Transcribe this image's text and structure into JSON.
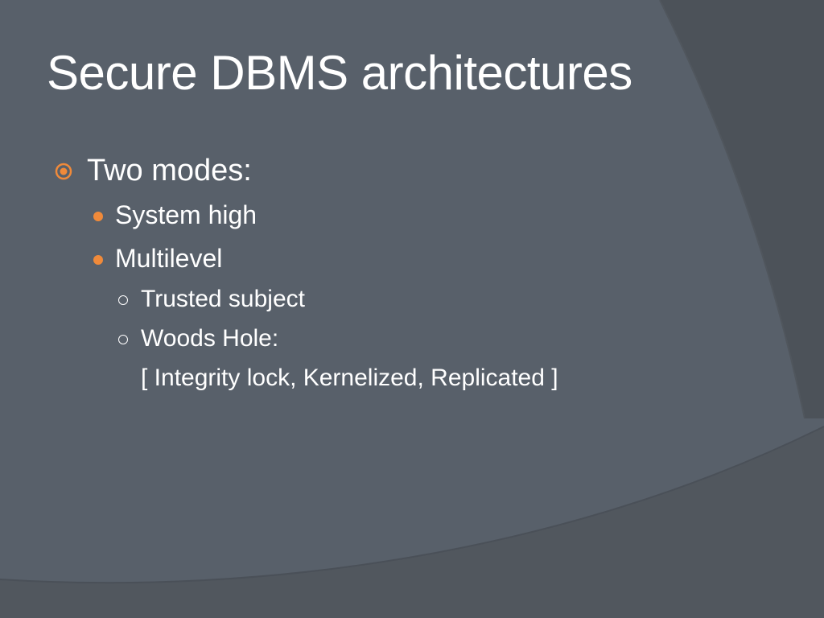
{
  "slide": {
    "title": "Secure DBMS architectures",
    "bullets": [
      {
        "level": 1,
        "marker": "target-bullet-icon",
        "text": "Two modes:"
      },
      {
        "level": 2,
        "marker": "dot-bullet-icon",
        "text": "System high"
      },
      {
        "level": 2,
        "marker": "dot-bullet-icon",
        "text": "Multilevel"
      },
      {
        "level": 3,
        "marker": "circle-bullet-icon",
        "text": "Trusted subject"
      },
      {
        "level": 3,
        "marker": "circle-bullet-icon",
        "text": "Woods Hole:"
      },
      {
        "level": 3,
        "marker": "",
        "text": "[ Integrity lock, Kernelized, Replicated ]"
      }
    ]
  },
  "colors": {
    "background": "#58606a",
    "background_dark": "#4a4f56",
    "accent": "#f08a3a",
    "text": "#ffffff"
  }
}
